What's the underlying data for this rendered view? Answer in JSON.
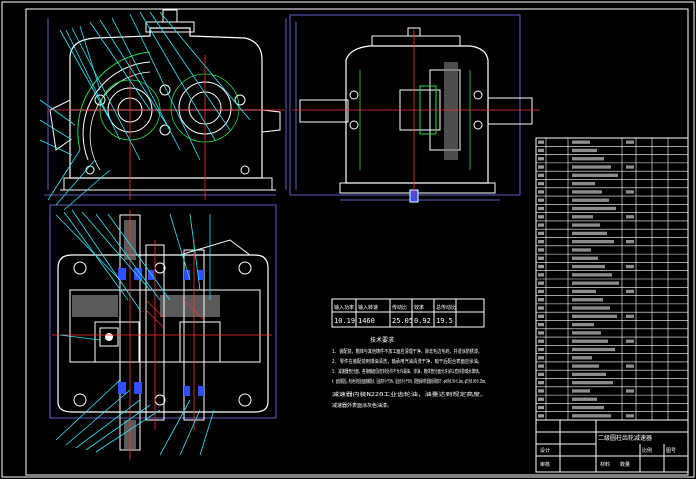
{
  "colors": {
    "background": "#000000",
    "frame": "#ffffff",
    "part": "#ffffff",
    "centerline": "#ff3030",
    "leader": "#28e8ff",
    "dimension": "#7a7aff",
    "hidden": "#20e040",
    "table_line": "#ffffff",
    "hatch": "#ff3030",
    "fill_gray": "#909090",
    "fill_blue": "#3050ff",
    "text": "#ffffff"
  },
  "spec_table": {
    "headers": [
      "输入功率",
      "输入转速",
      "传动比",
      "效率",
      "总传动比"
    ],
    "values": [
      "10.19",
      "1460",
      "25.05",
      "0.92",
      "19.5"
    ]
  },
  "tech_requirements": {
    "title": "技术要求",
    "items": [
      "1. 装配前，箱体与其他铸件不加工面应清理干净，除去毛边毛刺，并浸涂防锈漆。",
      "2. 零件在装配前用煤油清洗，轴承用汽油清洗干净，晾干后配合表面应涂油。",
      "3. 减速器剖分面、各接触面及密封处均不允许漏油、渗油，箱体剖分面允许涂以密封胶或水玻璃。",
      "4. 齿轮装配后，用涂色法检验齿面接触斑点，沿齿高不小于30%，沿齿长不小于50%。调整轴承时所留轴向间隙如下：φ40为0.05~0.1mm，φ55为0.08~0.15mm。",
      "减速器内装N220工业齿轮油，油量达到规定高度。",
      "减速器外表面涂灰色油漆。"
    ],
    "line4_tail": "沿齿高不小于30%，沿",
    "line5": "齿长不小于50%。调整轴承时所留轴向间隙如下：φ40为0.05~0.1mm，φ55为",
    "line6": "0.08~0.15mm"
  },
  "title_block": {
    "drawing_title": "二级圆柱齿轮减速器",
    "labels": [
      "设计",
      "审核",
      "比例",
      "图号",
      "材料",
      "数量"
    ]
  }
}
